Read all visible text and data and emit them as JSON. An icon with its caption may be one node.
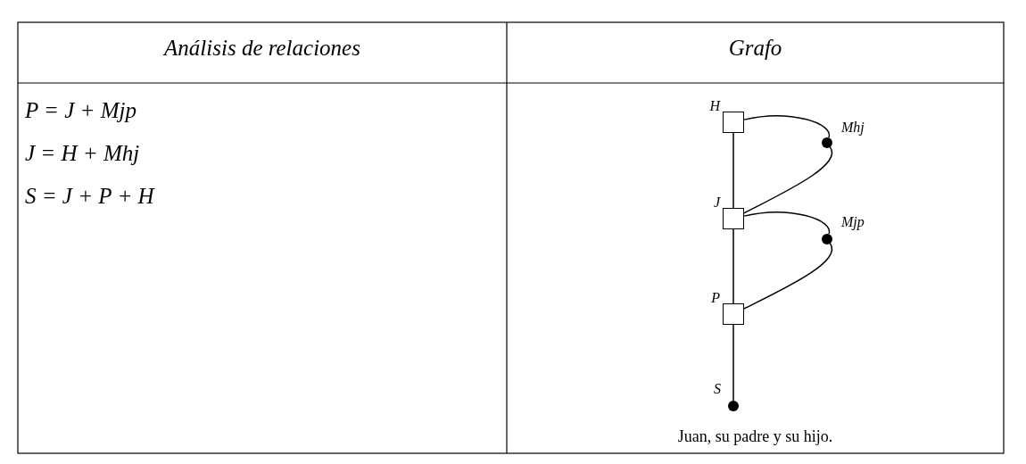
{
  "diagram": {
    "caption": "Juan, su padre y su hijo.",
    "nodes": [
      {
        "text": [],
        "shape": "box",
        "beside": [
          "H"
        ]
      },
      {
        "text": [],
        "shape": "circle",
        "beside": [
          "Mhj"
        ]
      },
      {
        "text": [],
        "shape": "box",
        "beside": [
          "J"
        ]
      },
      {
        "text": [],
        "shape": "circle",
        "beside": [
          "Mjp"
        ]
      },
      {
        "text": [],
        "shape": "box",
        "beside": [
          "P"
        ]
      },
      {
        "text": [],
        "shape": "circle",
        "beside": [
          "S"
        ]
      }
    ],
    "edges": [
      {
        "from": 0,
        "to": 2,
        "arrow": "none"
      },
      {
        "from": 2,
        "to": 4,
        "arrow": "none"
      },
      {
        "from": 4,
        "to": 5,
        "arrow": "none"
      },
      {
        "from": 0,
        "to": 1,
        "arrow": "none"
      },
      {
        "from": 1,
        "to": 2,
        "arrow": "none"
      },
      {
        "from": 2,
        "to": 3,
        "arrow": "none"
      },
      {
        "from": 3,
        "to": 4,
        "arrow": "none"
      }
    ],
    "labels": [
      "Análisis de relaciones",
      "Grafo",
      "P = J + Mjp",
      "J = H + Mhj",
      "S = J + P + H"
    ]
  }
}
